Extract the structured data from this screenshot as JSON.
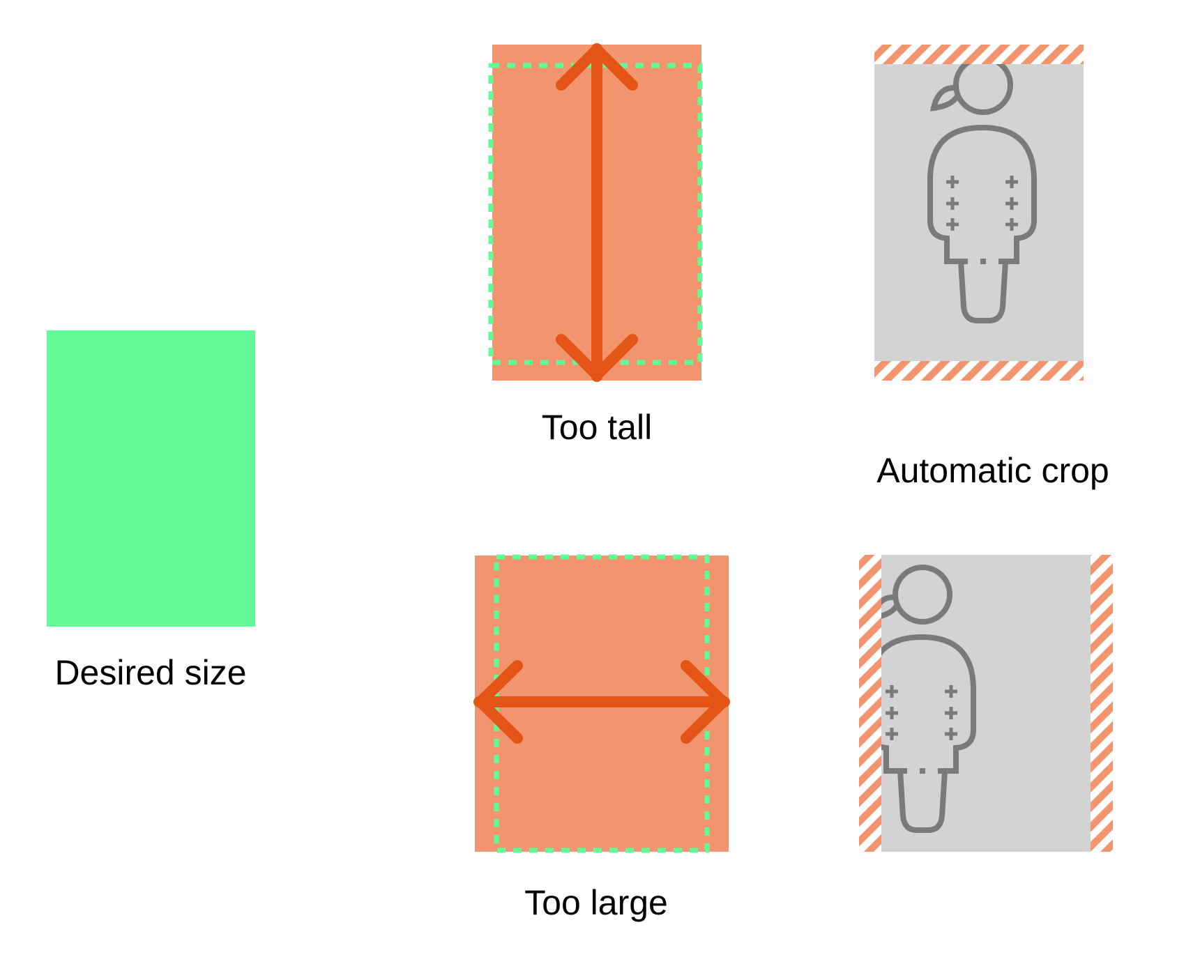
{
  "labels": {
    "desired": "Desired size",
    "too_tall": "Too tall",
    "too_large": "Too large",
    "auto_crop": "Automatic crop"
  },
  "colors": {
    "desired_green": "#61fb98",
    "overflow_orange": "#f2956e",
    "arrow_orange": "#e35416",
    "crop_grey": "#d3d3d3",
    "icon_grey": "#7a7a7a"
  },
  "icons": [
    "person-icon",
    "double-arrow-vertical-icon",
    "double-arrow-horizontal-icon"
  ]
}
